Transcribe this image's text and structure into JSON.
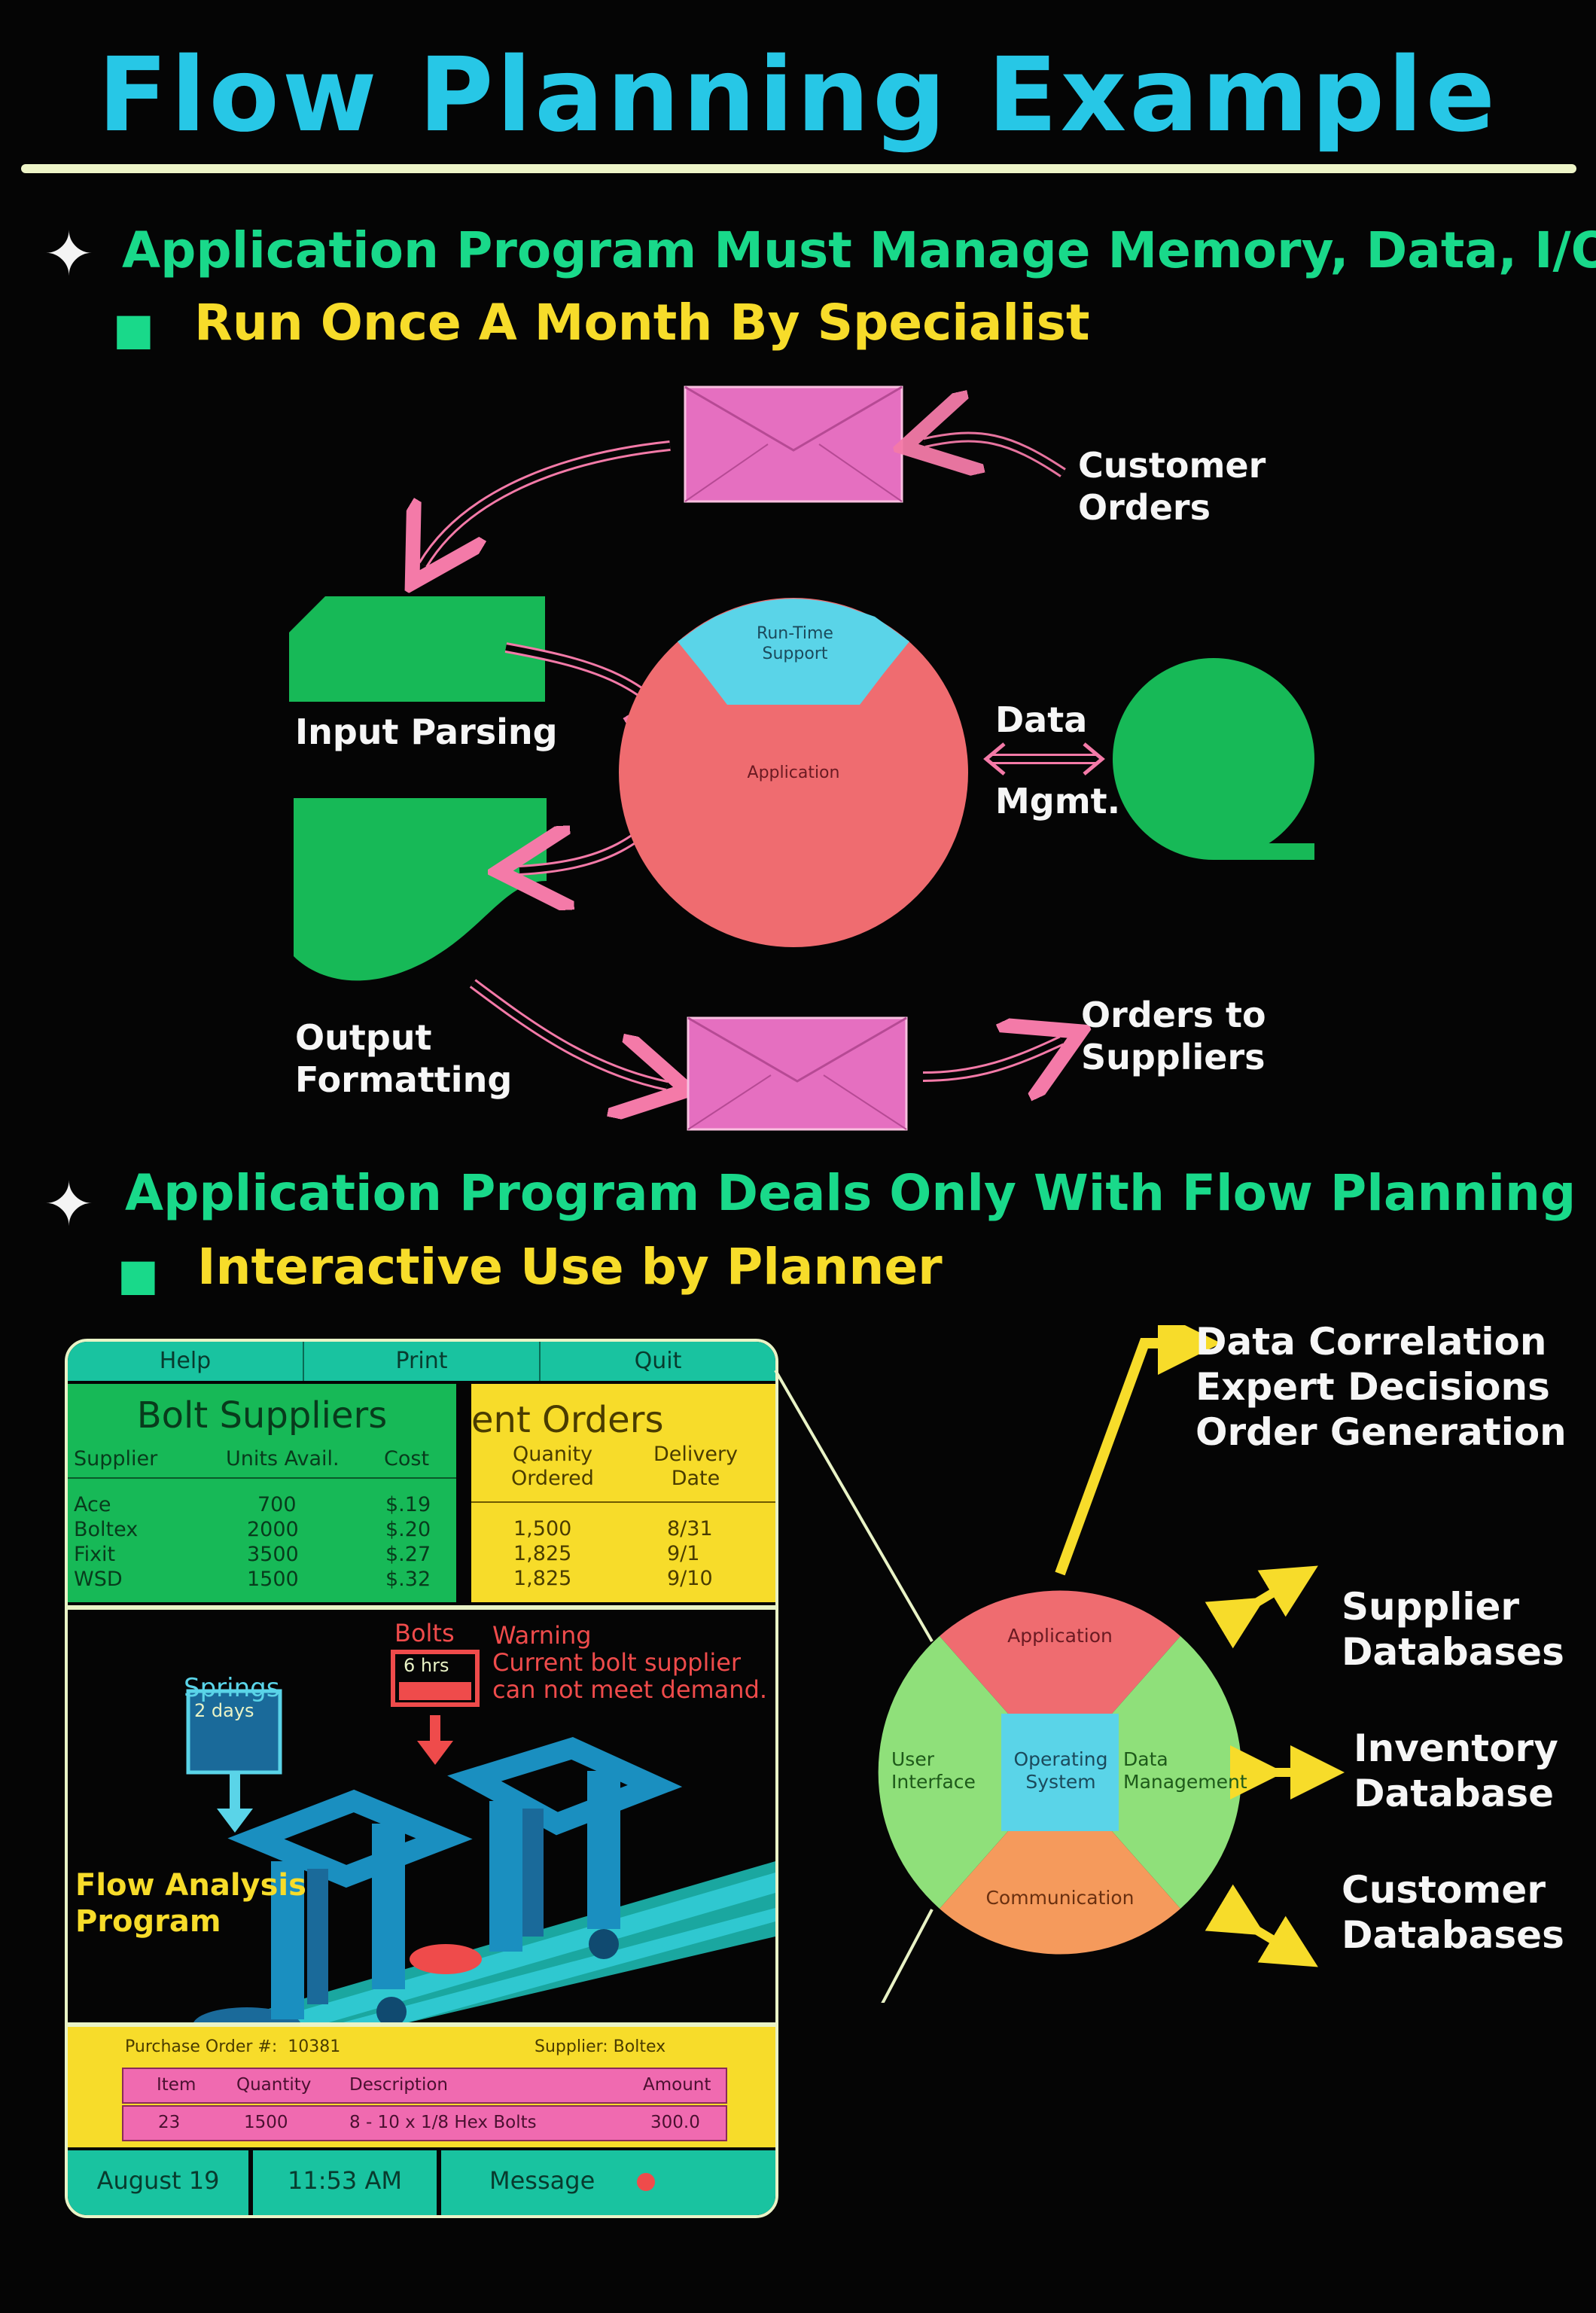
{
  "title": "Flow Planning Example",
  "section1": {
    "bullet": "Application Program Must Manage Memory, Data, I/O",
    "sub": "Run Once A Month By Specialist"
  },
  "diagram1": {
    "customer_orders": [
      "Customer",
      "Orders"
    ],
    "input_parsing": "Input Parsing",
    "output_formatting": [
      "Output",
      "Formatting"
    ],
    "run_time_support": [
      "Run-Time",
      "Support"
    ],
    "application": "Application",
    "data_mgmt": [
      "Data",
      "Mgmt."
    ],
    "orders_to_suppliers": [
      "Orders to",
      "Suppliers"
    ]
  },
  "section2": {
    "bullet": "Application Program Deals Only With Flow Planning",
    "sub": "Interactive Use by Planner"
  },
  "screen": {
    "menu": [
      "Help",
      "Print",
      "Quit"
    ],
    "suppliers_title": "Bolt Suppliers",
    "suppliers_headers": [
      "Supplier",
      "Units Avail.",
      "Cost"
    ],
    "suppliers_rows": [
      [
        "Ace",
        "700",
        "$.19"
      ],
      [
        "Boltex",
        "2000",
        "$.20"
      ],
      [
        "Fixit",
        "3500",
        "$.27"
      ],
      [
        "WSD",
        "1500",
        "$.32"
      ]
    ],
    "orders_title": "ent Orders",
    "orders_headers": [
      [
        "Quanity",
        "Ordered"
      ],
      [
        "Delivery",
        "Date"
      ]
    ],
    "orders_rows": [
      [
        "1,500",
        "8/31"
      ],
      [
        "1,825",
        "9/1"
      ],
      [
        "1,825",
        "9/10"
      ]
    ],
    "springs": "Springs",
    "springs_days": "2 days",
    "bolts": "Bolts",
    "bolts_hrs": "6 hrs",
    "warning": [
      "Warning",
      "Current bolt supplier",
      "can not meet demand."
    ],
    "flow_analysis": [
      "Flow Analysis",
      "Program"
    ],
    "po_label": "Purchase Order #:",
    "po_number": "10381",
    "po_supplier": "Supplier: Boltex",
    "po_headers": [
      "Item",
      "Quantity",
      "Description",
      "Amount"
    ],
    "po_row": [
      "23",
      "1500",
      "8 - 10 x 1/8 Hex Bolts",
      "300.0"
    ],
    "status": [
      "August 19",
      "11:53 AM",
      "Message"
    ]
  },
  "wheel": {
    "application": "Application",
    "user_interface": [
      "User",
      "Interface"
    ],
    "operating_system": [
      "Operating",
      "System"
    ],
    "data_management": [
      "Data",
      "Management"
    ],
    "communication": "Communication"
  },
  "right_labels": {
    "top": [
      "Data Correlation",
      "Expert Decisions",
      "Order Generation"
    ],
    "supplier": [
      "Supplier",
      "Databases"
    ],
    "inventory": [
      "Inventory",
      "Database"
    ],
    "customer": [
      "Customer",
      "Databases"
    ]
  },
  "colors": {
    "title": "#27c7e6",
    "bullet": "#19d98a",
    "sub": "#f7dc2a",
    "pink": "#f47aa8",
    "envelope": "#e56fc0",
    "green": "#17b957",
    "salmon": "#ef6c70",
    "cyan": "#5ad4e8",
    "yellow": "#f7dc2a",
    "orange": "#f59a5c",
    "lightgreen": "#8fe07a"
  }
}
